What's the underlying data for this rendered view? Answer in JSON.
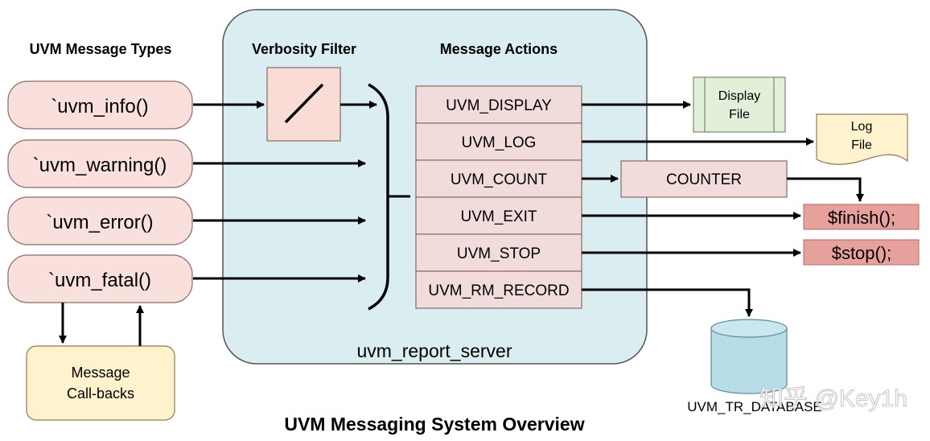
{
  "headings": {
    "types": "UVM Message Types",
    "verbosity": "Verbosity Filter",
    "actions": "Message Actions",
    "caption": "UVM Messaging System Overview"
  },
  "server_label": "uvm_report_server",
  "message_types": [
    "`uvm_info()",
    "`uvm_warning()",
    "`uvm_error()",
    "`uvm_fatal()"
  ],
  "callbacks": {
    "line1": "Message",
    "line2": "Call-backs"
  },
  "actions": [
    "UVM_DISPLAY",
    "UVM_LOG",
    "UVM_COUNT",
    "UVM_EXIT",
    "UVM_STOP",
    "UVM_RM_RECORD"
  ],
  "outputs": {
    "display_line1": "Display",
    "display_line2": "File",
    "log_line1": "Log",
    "log_line2": "File",
    "counter": "COUNTER",
    "finish": "$finish();",
    "stop": "$stop();",
    "database": "UVM_TR_DATABASE"
  },
  "watermark": "知乎 @Key1h",
  "colors": {
    "message_box": "#f9e0dc",
    "server_fill": "#daedf0",
    "filter_fill": "#f8dcd5",
    "action_fill": "#f2dcdb",
    "display_fill": "#e2efd9",
    "log_fill": "#fff2cc",
    "callback_fill": "#fff2cc",
    "finish_fill": "#e6a19c",
    "database_fill": "#b7dde8"
  }
}
